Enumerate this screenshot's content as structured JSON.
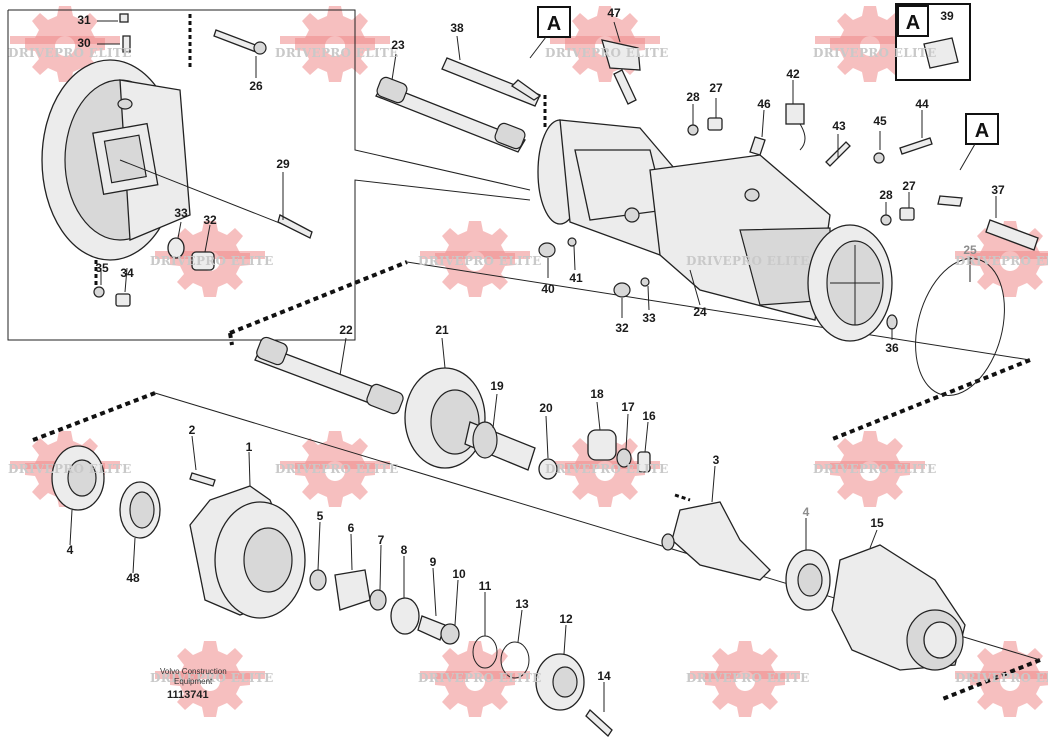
{
  "badges": [
    "A",
    "A",
    "A"
  ],
  "watermark": "DRIVEPRO ELITE",
  "credit": {
    "line1": "Volvo Construction",
    "line2": "Equipment",
    "number": "1113741"
  },
  "callouts": [
    {
      "id": "p1",
      "text": "1"
    },
    {
      "id": "p2",
      "text": "2"
    },
    {
      "id": "p3",
      "text": "3"
    },
    {
      "id": "p4a",
      "text": "4"
    },
    {
      "id": "p4b",
      "text": "4"
    },
    {
      "id": "p5",
      "text": "5"
    },
    {
      "id": "p6",
      "text": "6"
    },
    {
      "id": "p7",
      "text": "7"
    },
    {
      "id": "p8",
      "text": "8"
    },
    {
      "id": "p9",
      "text": "9"
    },
    {
      "id": "p10",
      "text": "10"
    },
    {
      "id": "p11",
      "text": "11"
    },
    {
      "id": "p12",
      "text": "12"
    },
    {
      "id": "p13",
      "text": "13"
    },
    {
      "id": "p14",
      "text": "14"
    },
    {
      "id": "p15",
      "text": "15"
    },
    {
      "id": "p16",
      "text": "16"
    },
    {
      "id": "p17",
      "text": "17"
    },
    {
      "id": "p18",
      "text": "18"
    },
    {
      "id": "p19",
      "text": "19"
    },
    {
      "id": "p20",
      "text": "20"
    },
    {
      "id": "p21",
      "text": "21"
    },
    {
      "id": "p22",
      "text": "22"
    },
    {
      "id": "p23",
      "text": "23"
    },
    {
      "id": "p24",
      "text": "24"
    },
    {
      "id": "p25",
      "text": "25"
    },
    {
      "id": "p26",
      "text": "26"
    },
    {
      "id": "p27a",
      "text": "27"
    },
    {
      "id": "p27b",
      "text": "27"
    },
    {
      "id": "p28a",
      "text": "28"
    },
    {
      "id": "p28b",
      "text": "28"
    },
    {
      "id": "p29",
      "text": "29"
    },
    {
      "id": "p30",
      "text": "30"
    },
    {
      "id": "p31",
      "text": "31"
    },
    {
      "id": "p32a",
      "text": "32"
    },
    {
      "id": "p32b",
      "text": "32"
    },
    {
      "id": "p33a",
      "text": "33"
    },
    {
      "id": "p33b",
      "text": "33"
    },
    {
      "id": "p34",
      "text": "34"
    },
    {
      "id": "p35",
      "text": "35"
    },
    {
      "id": "p36",
      "text": "36"
    },
    {
      "id": "p37",
      "text": "37"
    },
    {
      "id": "p38",
      "text": "38"
    },
    {
      "id": "p39",
      "text": "39"
    },
    {
      "id": "p40",
      "text": "40"
    },
    {
      "id": "p41",
      "text": "41"
    },
    {
      "id": "p42",
      "text": "42"
    },
    {
      "id": "p43",
      "text": "43"
    },
    {
      "id": "p44",
      "text": "44"
    },
    {
      "id": "p45",
      "text": "45"
    },
    {
      "id": "p46",
      "text": "46"
    },
    {
      "id": "p47",
      "text": "47"
    },
    {
      "id": "p48",
      "text": "48"
    }
  ]
}
